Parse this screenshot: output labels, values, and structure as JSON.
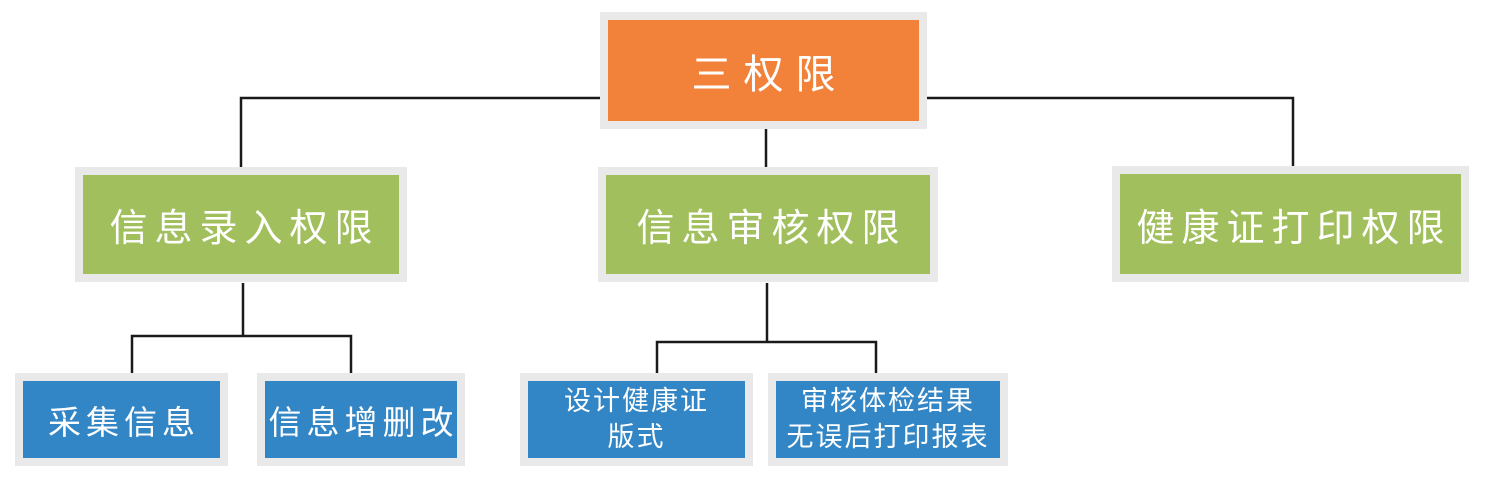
{
  "diagram": {
    "root": {
      "label": "三权限",
      "fill": "#F2823A"
    },
    "level2": [
      {
        "label": "信息录入权限",
        "fill": "#A1BF5D"
      },
      {
        "label": "信息审核权限",
        "fill": "#A1BF5D"
      },
      {
        "label": "健康证打印权限",
        "fill": "#A1BF5D"
      }
    ],
    "level3": [
      {
        "label": "采集信息",
        "line1": "采集信息",
        "line2": "",
        "parent": "信息录入权限",
        "fill": "#3386C5"
      },
      {
        "label": "信息增删改",
        "line1": "信息增删改",
        "line2": "",
        "parent": "信息录入权限",
        "fill": "#3386C5"
      },
      {
        "label": "设计健康证版式",
        "line1": "设计健康证",
        "line2": "版式",
        "parent": "信息审核权限",
        "fill": "#3386C5"
      },
      {
        "label": "审核体检结果无误后打印报表",
        "line1": "审核体检结果",
        "line2": "无误后打印报表",
        "parent": "信息审核权限",
        "fill": "#3386C5"
      }
    ],
    "colors": {
      "root_fill": "#F2823A",
      "level2_fill": "#A1BF5D",
      "level3_fill": "#3386C5",
      "frame": "#E9E9E9",
      "text": "#FFFFFF",
      "connector": "#1A1A1A"
    }
  }
}
